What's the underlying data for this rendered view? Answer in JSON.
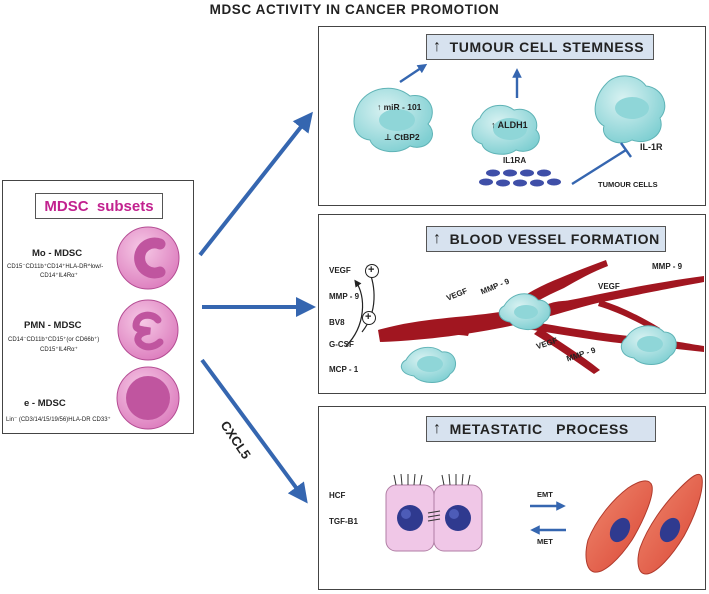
{
  "title": "MDSC ACTIVITY IN CANCER PROMOTION",
  "colors": {
    "arrow": "#3566b0",
    "stemness_cell": "#9ed9db",
    "mdsc_cell": "#e89bcd",
    "vessel": "#a11620",
    "panel_header": "#d7e2ef",
    "mesenchymal_cell": "#e25c4a",
    "nucleus": "#2f3a8f"
  },
  "subsets_panel": {
    "title": "MDSC  subsets",
    "subsets": [
      {
        "name": "Mo - MDSC",
        "markers_line1": "CD15⁻CD11b⁺CD14⁺HLA-DR^low/-",
        "markers_line2": "CD14⁺IL4Rα⁺",
        "icon": "c-shaped-nucleus-cell-icon"
      },
      {
        "name": "PMN - MDSC",
        "markers_line1": "CD14⁻CD11b⁺CD15⁺(or CD66b⁺)",
        "markers_line2": "CD15⁺IL4Rα⁺",
        "icon": "lobed-nucleus-cell-icon"
      },
      {
        "name": "e - MDSC",
        "markers_line1": "Lin⁻ (CD3/14/15/19/56)HLA-DR CD33⁺",
        "markers_line2": "",
        "icon": "round-nucleus-cell-icon"
      }
    ]
  },
  "arrow_label": "CXCL5",
  "stemness": {
    "header": "TUMOUR CELL STEMNESS",
    "header_arrow": "↑",
    "cell1_top": "↑ miR - 101",
    "cell1_bottom": "⊥ CtBP2",
    "cell2": "↑ ALDH1",
    "il1ra": "IL1RA",
    "il1r": "IL-1R",
    "tumour_cells": "TUMOUR CELLS"
  },
  "vessel": {
    "header": "BLOOD VESSEL FORMATION",
    "header_arrow": "↑",
    "factors": [
      "VEGF",
      "MMP - 9",
      "BV8",
      "G-CSF",
      "MCP - 1"
    ],
    "plus": "+",
    "vessel_labels": [
      "VEGF",
      "MMP - 9",
      "VEGF",
      "MMP - 9",
      "VEGF",
      "MMP - 9"
    ]
  },
  "metastasis": {
    "header": "METASTATIC   PROCESS",
    "header_arrow": "↑",
    "factors": [
      "HCF",
      "TGF-B1"
    ],
    "emt": "EMT",
    "met": "MET"
  }
}
